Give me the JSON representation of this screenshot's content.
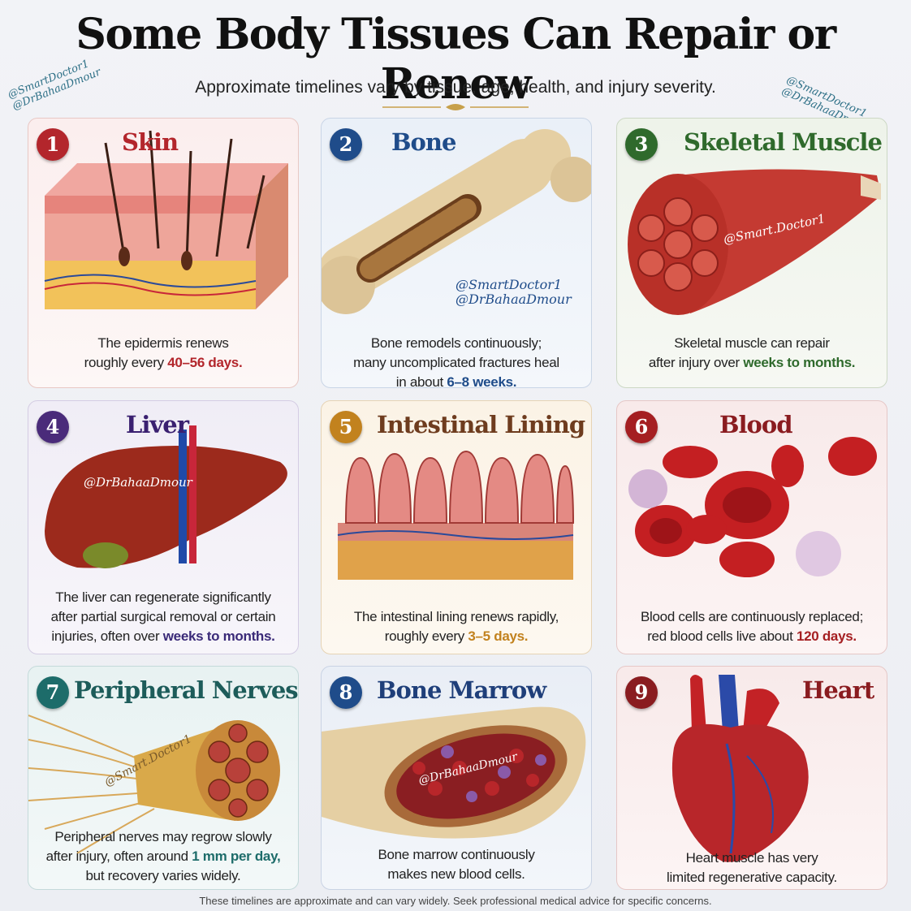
{
  "header": {
    "title": "Some Body Tissues Can Repair or Renew",
    "subtitle": "Approximate timelines vary by tissue, age, health, and injury severity."
  },
  "watermarks": {
    "left": [
      "@SmartDoctor1",
      "@DrBahaaDmour"
    ],
    "right": [
      "@SmartDoctor1",
      "@DrBahaaDmour"
    ],
    "bone": [
      "@SmartDoctor1",
      "@DrBahaaDmour"
    ],
    "muscle": "@Smart.Doctor1",
    "liver": "@DrBahaaDmour",
    "marrow": "@DrBahaaDmour",
    "nerve": "@Smart.Doctor1"
  },
  "cards": [
    {
      "number": "1",
      "title": "Skin",
      "color": "#b3262c",
      "text_lines": [
        "The epidermis renews",
        "roughly every "
      ],
      "highlight": "40–56 days.",
      "highlight_color": "#b3262c"
    },
    {
      "number": "2",
      "title": "Bone",
      "color": "#1f4c8a",
      "text_lines": [
        "Bone remodels continuously;",
        "many uncomplicated fractures heal",
        "in about "
      ],
      "highlight": "6–8 weeks.",
      "highlight_color": "#1f4c8a"
    },
    {
      "number": "3",
      "title": "Skeletal Muscle",
      "color": "#2f6a2c",
      "text_lines": [
        "Skeletal muscle can repair",
        "after injury over "
      ],
      "highlight": "weeks to months.",
      "highlight_color": "#2f6a2c"
    },
    {
      "number": "4",
      "title": "Liver",
      "color": "#4a2b7a",
      "text_lines": [
        "The liver can regenerate significantly",
        "after partial surgical removal or certain",
        "injuries, often over "
      ],
      "highlight": "weeks to months.",
      "highlight_color": "#3a2a78"
    },
    {
      "number": "5",
      "title": "Intestinal Lining",
      "color": "#c2821e",
      "text_lines": [
        "The intestinal lining renews rapidly,",
        "roughly every "
      ],
      "highlight": "3–5 days.",
      "highlight_color": "#c2821e"
    },
    {
      "number": "6",
      "title": "Blood",
      "color": "#a51f22",
      "text_lines": [
        "Blood cells are continuously replaced;",
        "red blood cells live about "
      ],
      "highlight": "120 days.",
      "highlight_color": "#a51f22"
    },
    {
      "number": "7",
      "title": "Peripheral Nerves",
      "color": "#1d6c6a",
      "text_lines": [
        "Peripheral nerves may regrow slowly",
        "after injury, often around ",
        "but recovery varies widely."
      ],
      "highlight": "1 mm per day,",
      "highlight_color": "#1d6c6a"
    },
    {
      "number": "8",
      "title": "Bone Marrow",
      "color": "#1f4c8a",
      "text_lines": [
        "Bone marrow continuously",
        "makes new blood cells."
      ],
      "highlight": "",
      "highlight_color": "#1f4c8a"
    },
    {
      "number": "9",
      "title": "Heart",
      "color": "#8a1c20",
      "text_lines": [
        "Heart muscle has very",
        "limited regenerative capacity."
      ],
      "highlight": "",
      "highlight_color": "#8a1c20"
    }
  ],
  "footer": "These timelines are approximate and can vary widely. Seek professional medical advice for specific concerns."
}
